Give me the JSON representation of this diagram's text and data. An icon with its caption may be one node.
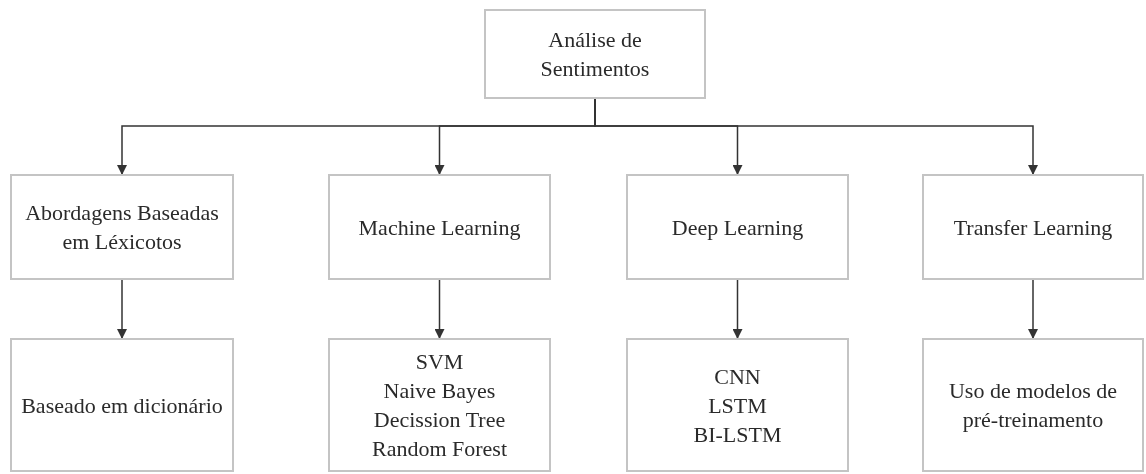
{
  "diagram": {
    "nodes": [
      {
        "text": [
          "Análise de Sentimentos"
        ]
      },
      {
        "text": [
          "Abordagens Baseadas em Léxicotos"
        ]
      },
      {
        "text": [
          "Machine Learning"
        ]
      },
      {
        "text": [
          "Deep Learning"
        ]
      },
      {
        "text": [
          "Transfer Learning"
        ]
      },
      {
        "text": [
          "Baseado em dicionário"
        ]
      },
      {
        "text": [
          "SVM",
          "Naive Bayes",
          "Decission Tree",
          "Random Forest"
        ]
      },
      {
        "text": [
          "CNN",
          "LSTM",
          "BI-LSTM"
        ]
      },
      {
        "text": [
          "Uso de modelos de pré-treinamento"
        ]
      }
    ],
    "edges": [
      {
        "from": 0,
        "to": 1,
        "arrow": "to"
      },
      {
        "from": 0,
        "to": 2,
        "arrow": "to"
      },
      {
        "from": 0,
        "to": 3,
        "arrow": "to"
      },
      {
        "from": 0,
        "to": 4,
        "arrow": "to"
      },
      {
        "from": 1,
        "to": 5,
        "arrow": "to"
      },
      {
        "from": 2,
        "to": 6,
        "arrow": "to"
      },
      {
        "from": 3,
        "to": 7,
        "arrow": "to"
      },
      {
        "from": 4,
        "to": 8,
        "arrow": "to"
      }
    ]
  }
}
